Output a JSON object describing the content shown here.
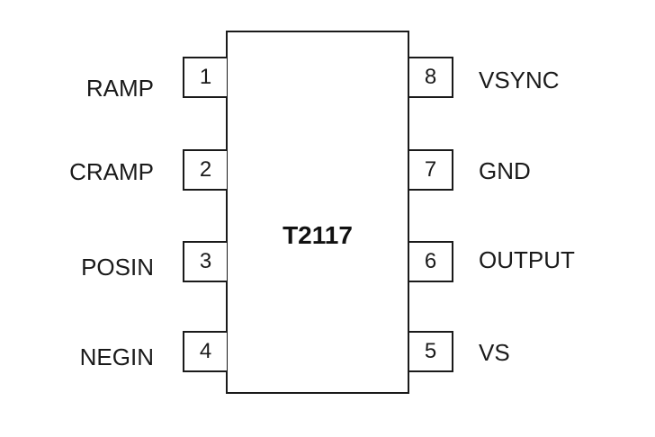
{
  "chip": {
    "name": "T2117"
  },
  "pins": {
    "left": [
      {
        "number": "1",
        "label": "RAMP"
      },
      {
        "number": "2",
        "label": "CRAMP"
      },
      {
        "number": "3",
        "label": "POSIN"
      },
      {
        "number": "4",
        "label": "NEGIN"
      }
    ],
    "right": [
      {
        "number": "8",
        "label": "VSYNC"
      },
      {
        "number": "7",
        "label": "GND"
      },
      {
        "number": "6",
        "label": "OUTPUT"
      },
      {
        "number": "5",
        "label": "VS"
      }
    ]
  }
}
